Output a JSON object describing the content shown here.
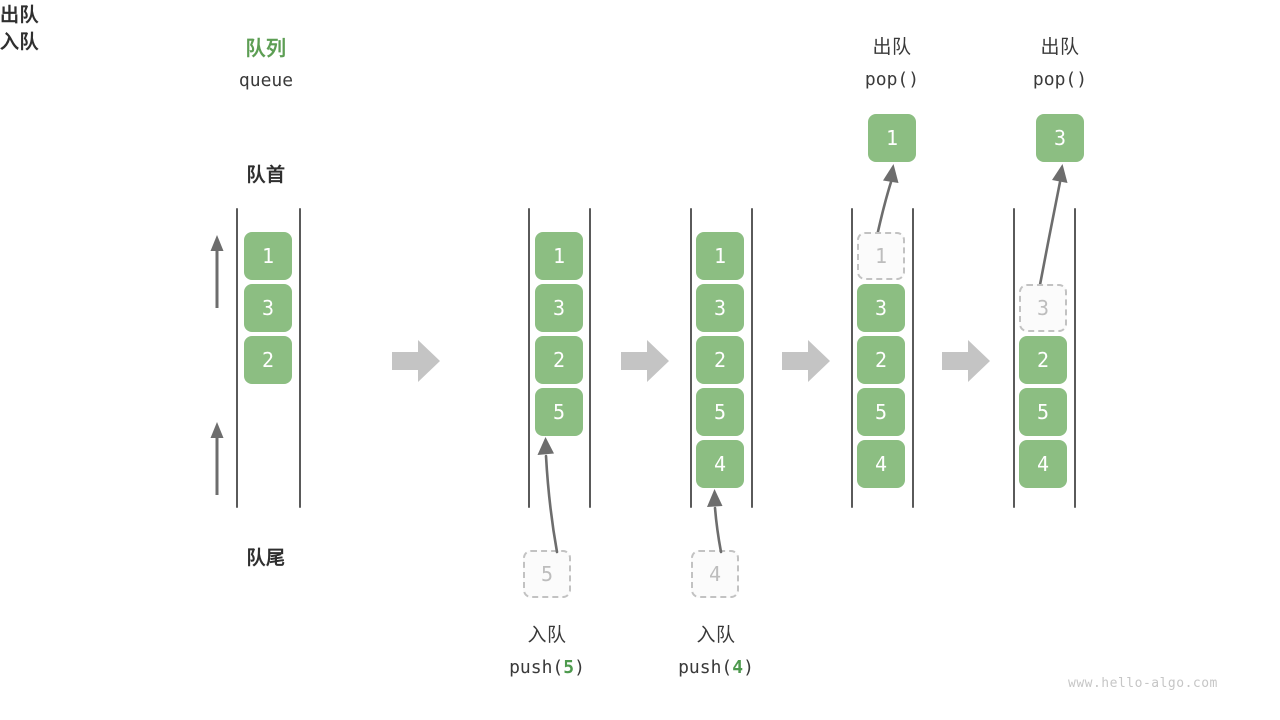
{
  "diagram": {
    "title_cn": "队列",
    "title_en": "queue",
    "front_label": "队首",
    "rear_label": "队尾",
    "dequeue_side_label": "出队",
    "enqueue_side_label": "入队",
    "watermark": "www.hello-algo.com",
    "colors": {
      "element": "#8cbe82",
      "accent_green": "#5d9e54",
      "ghost_border": "#c2c2c2",
      "ghost_text": "#bdbdbd",
      "rail": "#5a5a5a",
      "arrow": "#6d6d6d",
      "separator": "#c4c4c4",
      "watermark": "#c6c6c6"
    }
  },
  "panels": [
    {
      "id": "panel-initial",
      "cells": [
        {
          "value": "1",
          "ghost": false
        },
        {
          "value": "3",
          "ghost": false
        },
        {
          "value": "2",
          "ghost": false
        }
      ],
      "top_label_cn": "",
      "top_label_code": "",
      "bottom_label_cn": "",
      "bottom_label_code": "",
      "detached": null
    },
    {
      "id": "panel-push-5",
      "cells": [
        {
          "value": "1",
          "ghost": false
        },
        {
          "value": "3",
          "ghost": false
        },
        {
          "value": "2",
          "ghost": false
        },
        {
          "value": "5",
          "ghost": false
        }
      ],
      "top_label_cn": "",
      "top_label_code": "",
      "bottom_label_cn": "入队",
      "bottom_label_code_pre": "push(",
      "bottom_label_code_num": "5",
      "bottom_label_code_post": ")",
      "detached": {
        "value": "5",
        "ghost": true,
        "position": "bottom"
      }
    },
    {
      "id": "panel-push-4",
      "cells": [
        {
          "value": "1",
          "ghost": false
        },
        {
          "value": "3",
          "ghost": false
        },
        {
          "value": "2",
          "ghost": false
        },
        {
          "value": "5",
          "ghost": false
        },
        {
          "value": "4",
          "ghost": false
        }
      ],
      "top_label_cn": "",
      "top_label_code": "",
      "bottom_label_cn": "入队",
      "bottom_label_code_pre": "push(",
      "bottom_label_code_num": "4",
      "bottom_label_code_post": ")",
      "detached": {
        "value": "4",
        "ghost": true,
        "position": "bottom"
      }
    },
    {
      "id": "panel-pop-1",
      "cells": [
        {
          "value": "1",
          "ghost": true
        },
        {
          "value": "3",
          "ghost": false
        },
        {
          "value": "2",
          "ghost": false
        },
        {
          "value": "5",
          "ghost": false
        },
        {
          "value": "4",
          "ghost": false
        }
      ],
      "top_label_cn": "出队",
      "top_label_code": "pop()",
      "bottom_label_cn": "",
      "bottom_label_code": "",
      "detached": {
        "value": "1",
        "ghost": false,
        "position": "top"
      }
    },
    {
      "id": "panel-pop-3",
      "cells": [
        {
          "value": "",
          "ghost": false,
          "empty": true
        },
        {
          "value": "3",
          "ghost": true
        },
        {
          "value": "2",
          "ghost": false
        },
        {
          "value": "5",
          "ghost": false
        },
        {
          "value": "4",
          "ghost": false
        }
      ],
      "top_label_cn": "出队",
      "top_label_code": "pop()",
      "bottom_label_cn": "",
      "bottom_label_code": "",
      "detached": {
        "value": "3",
        "ghost": false,
        "position": "top"
      }
    }
  ],
  "separators": [
    {
      "id": "sep-1"
    },
    {
      "id": "sep-2"
    },
    {
      "id": "sep-3"
    },
    {
      "id": "sep-4"
    }
  ]
}
